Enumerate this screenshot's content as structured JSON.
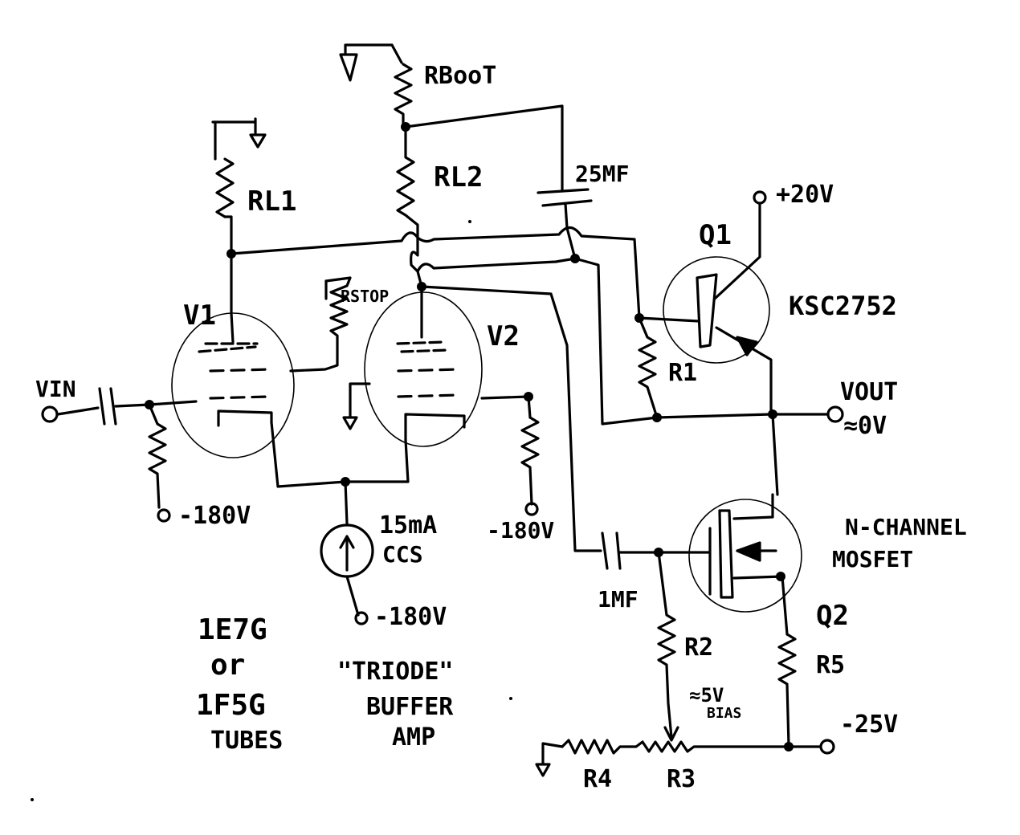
{
  "labels": {
    "rboot": "RBooT",
    "rl1": "RL1",
    "rl2": "RL2",
    "cap25": "25MF",
    "v20": "+20V",
    "q1": "Q1",
    "q1_part": "KSC2752",
    "rstop": "RSTOP",
    "v1": "V1",
    "v2": "V2",
    "vin": "VIN",
    "r1": "R1",
    "vout": "VOUT",
    "vout_level": "≈0V",
    "minus180_a": "-180V",
    "minus180_b": "-180V",
    "minus180_c": "-180V",
    "ccs_current": "15mA",
    "ccs_label": "CCS",
    "cap1": "1MF",
    "nchannel": "N-CHANNEL",
    "mosfet": "MOSFET",
    "q2": "Q2",
    "r2": "R2",
    "r5": "R5",
    "bias_v": "≈5V",
    "bias": "BIAS",
    "minus25": "-25V",
    "r4": "R4",
    "r3": "R3",
    "tube_note": [
      "1E7G",
      "or",
      "1F5G",
      "TUBES"
    ],
    "buffer_note": [
      "\"TRIODE\"",
      "BUFFER",
      "AMP"
    ]
  }
}
